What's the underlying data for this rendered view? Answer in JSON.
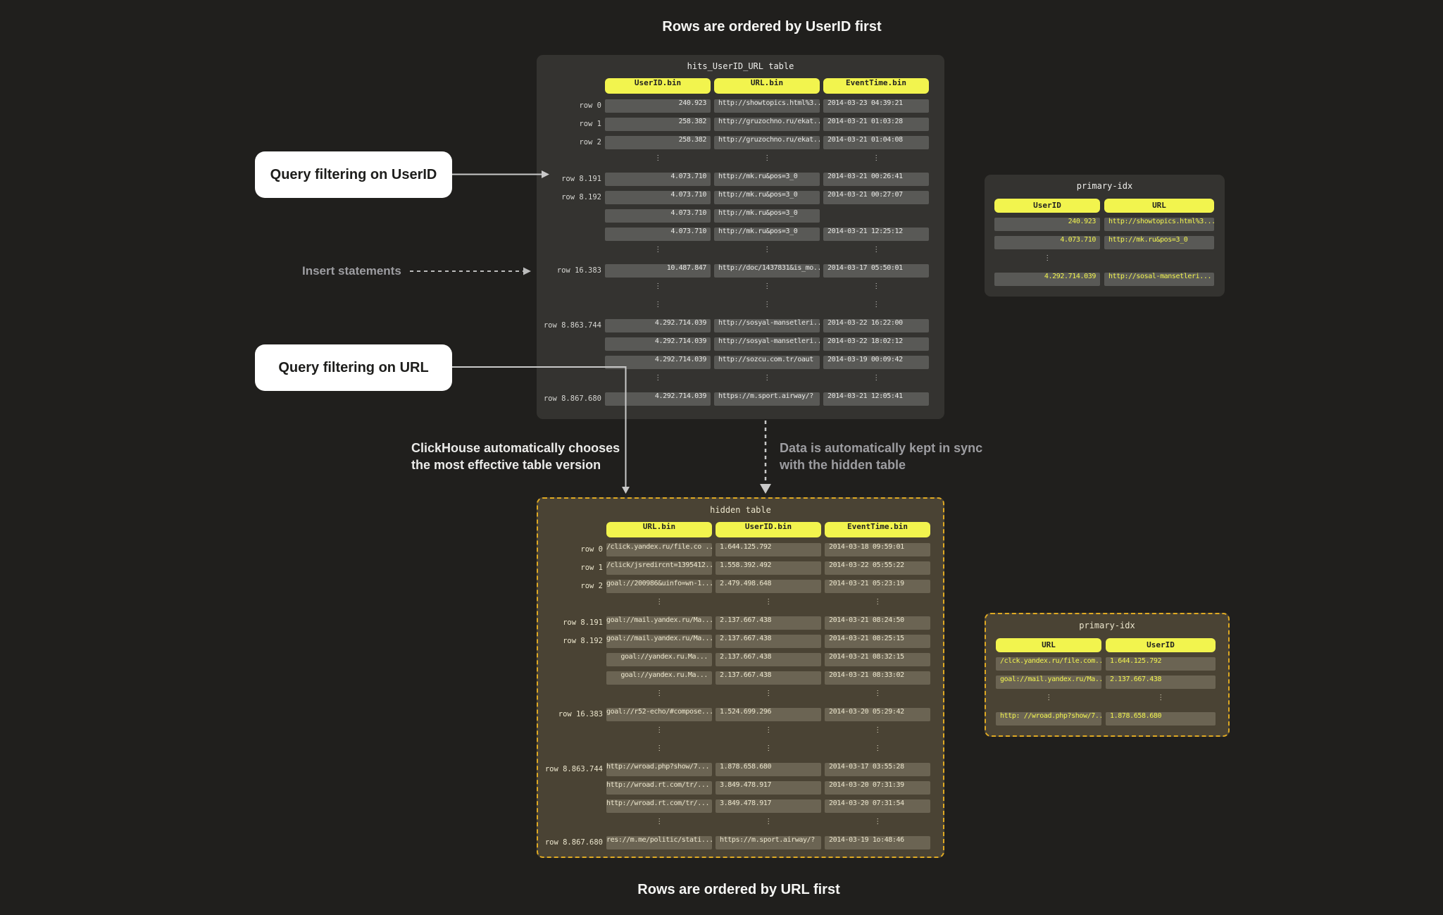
{
  "captions": {
    "top": "Rows are ordered by UserID first",
    "bottom": "Rows are ordered by URL first"
  },
  "annotations": {
    "query_filter_userid": "Query filtering on UserID",
    "insert_statements": "Insert statements",
    "query_filter_url": "Query filtering on URL",
    "auto_choice_line1": "ClickHouse automatically chooses",
    "auto_choice_line2": "the most effective table version",
    "sync_line1": "Data is automatically kept in sync",
    "sync_line2": "with the hidden table"
  },
  "colors": {
    "background": "#201f1d",
    "panel_dark": "#343330",
    "panel_hidden": "#4a4334",
    "cell_dark": "#595956",
    "cell_hidden": "#6b6453",
    "header_yellow": "#f2f44e",
    "dashed_border": "#dfa922",
    "arrow_gray": "#c9c9c9",
    "text_gray": "#9d9da1"
  },
  "main_table": {
    "title": "hits_UserID_URL table",
    "columns": [
      "UserID.bin",
      "URL.bin",
      "EventTime.bin"
    ],
    "rows": [
      {
        "label": "row 0",
        "cells": [
          "240.923",
          "http://showtopics.html%3...",
          "2014-03-23 04:39:21"
        ]
      },
      {
        "label": "row 1",
        "cells": [
          "258.382",
          "http://gruzochno.ru/ekat...",
          "2014-03-21 01:03:28"
        ]
      },
      {
        "label": "row 2",
        "cells": [
          "258.382",
          "http://gruzochno.ru/ekat...",
          "2014-03-21 01:04:08"
        ]
      },
      {
        "dots": [
          0,
          1,
          2
        ]
      },
      {
        "label": "row 8.191",
        "cells": [
          "4.073.710",
          "http://mk.ru&pos=3_0",
          "2014-03-21 00:26:41"
        ]
      },
      {
        "label": "row 8.192",
        "cells": [
          "4.073.710",
          "http://mk.ru&pos=3_0",
          "2014-03-21 00:27:07"
        ]
      },
      {
        "label": "",
        "cells": [
          "4.073.710",
          "http://mk.ru&pos=3_0",
          null
        ]
      },
      {
        "label": "",
        "cells": [
          "4.073.710",
          "http://mk.ru&pos=3_0",
          "2014-03-21 12:25:12"
        ]
      },
      {
        "dots": [
          0,
          1,
          2
        ]
      },
      {
        "label": "row 16.383",
        "cells": [
          "10.487.847",
          "http://doc/1437831&is_mo...",
          "2014-03-17 05:50:01"
        ]
      },
      {
        "dots": [
          0,
          1,
          2
        ]
      },
      {
        "dots": [
          0,
          1,
          2
        ]
      },
      {
        "label": "row 8.863.744",
        "cells": [
          "4.292.714.039",
          "http://sosyal-mansetleri...",
          "2014-03-22 16:22:00"
        ]
      },
      {
        "label": "",
        "cells": [
          "4.292.714.039",
          "http://sosyal-mansetleri...",
          "2014-03-22 18:02:12"
        ]
      },
      {
        "label": "",
        "cells": [
          "4.292.714.039",
          "http://sozcu.com.tr/oaut",
          "2014-03-19 00:09:42"
        ]
      },
      {
        "dots": [
          0,
          1,
          2
        ]
      },
      {
        "label": "row 8.867.680",
        "cells": [
          "4.292.714.039",
          "https://m.sport.airway/?",
          "2014-03-21 12:05:41"
        ]
      }
    ]
  },
  "hidden_table": {
    "title": "hidden table",
    "columns": [
      "URL.bin",
      "UserID.bin",
      "EventTime.bin"
    ],
    "rows": [
      {
        "label": "row 0",
        "cells": [
          "/click.yandex.ru/file.co ...",
          "1.644.125.792",
          "2014-03-18 09:59:01"
        ]
      },
      {
        "label": "row 1",
        "cells": [
          "/click/jsredircnt=1395412...",
          "1.558.392.492",
          "2014-03-22 05:55:22"
        ]
      },
      {
        "label": "row 2",
        "cells": [
          "goal://200986&uinfo=wn-1...",
          "2.479.498.648",
          "2014-03-21 05:23:19"
        ]
      },
      {
        "dots": [
          0,
          1,
          2
        ]
      },
      {
        "label": "row 8.191",
        "cells": [
          "goal://mail.yandex.ru/Ma...",
          "2.137.667.438",
          "2014-03-21 08:24:50"
        ]
      },
      {
        "label": "row 8.192",
        "cells": [
          "goal://mail.yandex.ru/Ma...",
          "2.137.667.438",
          "2014-03-21 08:25:15"
        ]
      },
      {
        "label": "",
        "cells": [
          "goal://yandex.ru.Ma...",
          "2.137.667.438",
          "2014-03-21 08:32:15"
        ]
      },
      {
        "label": "",
        "cells": [
          "goal://yandex.ru.Ma...",
          "2.137.667.438",
          "2014-03-21 08:33:02"
        ]
      },
      {
        "dots": [
          0,
          1,
          2
        ]
      },
      {
        "label": "row 16.383",
        "cells": [
          "goal://r52-echo/#compose...",
          "1.524.699.296",
          "2014-03-20 05:29:42"
        ]
      },
      {
        "dots": [
          0,
          1,
          2
        ]
      },
      {
        "dots": [
          0,
          1,
          2
        ]
      },
      {
        "label": "row 8.863.744",
        "cells": [
          "http://wroad.php?show/7...",
          "1.878.658.680",
          "2014-03-17 03:55:28"
        ]
      },
      {
        "label": "",
        "cells": [
          "http://wroad.rt.com/tr/...",
          "3.849.478.917",
          "2014-03-20 07:31:39"
        ]
      },
      {
        "label": "",
        "cells": [
          "http://wroad.rt.com/tr/...",
          "3.849.478.917",
          "2014-03-20 07:31:54"
        ]
      },
      {
        "dots": [
          0,
          1,
          2
        ]
      },
      {
        "label": "row 8.867.680",
        "cells": [
          "res://m.me/politic/stati...",
          "https://m.sport.airway/?",
          "2014-03-19 1o:48:46"
        ]
      }
    ]
  },
  "idx_userid": {
    "title": "primary-idx",
    "columns": [
      "UserID",
      "URL"
    ],
    "rows": [
      {
        "cells": [
          "240.923",
          "http://showtopics.html%3..."
        ]
      },
      {
        "cells": [
          "4.073.710",
          "http://mk.ru&pos=3_0"
        ]
      },
      {
        "dots": [
          0
        ]
      },
      {
        "cells": [
          "4.292.714.039",
          "http://sosal-mansetleri..."
        ]
      }
    ]
  },
  "idx_url": {
    "title": "primary-idx",
    "columns": [
      "URL",
      "UserID"
    ],
    "rows": [
      {
        "cells": [
          "/clck.yandex.ru/file.com...",
          "1.644.125.792"
        ]
      },
      {
        "cells": [
          "goal://mail.yandex.ru/Ma...",
          "2.137.667.438"
        ]
      },
      {
        "dots": [
          0,
          1
        ]
      },
      {
        "cells": [
          "http: //wroad.php?show/7...",
          "1.878.658.680"
        ]
      }
    ]
  }
}
